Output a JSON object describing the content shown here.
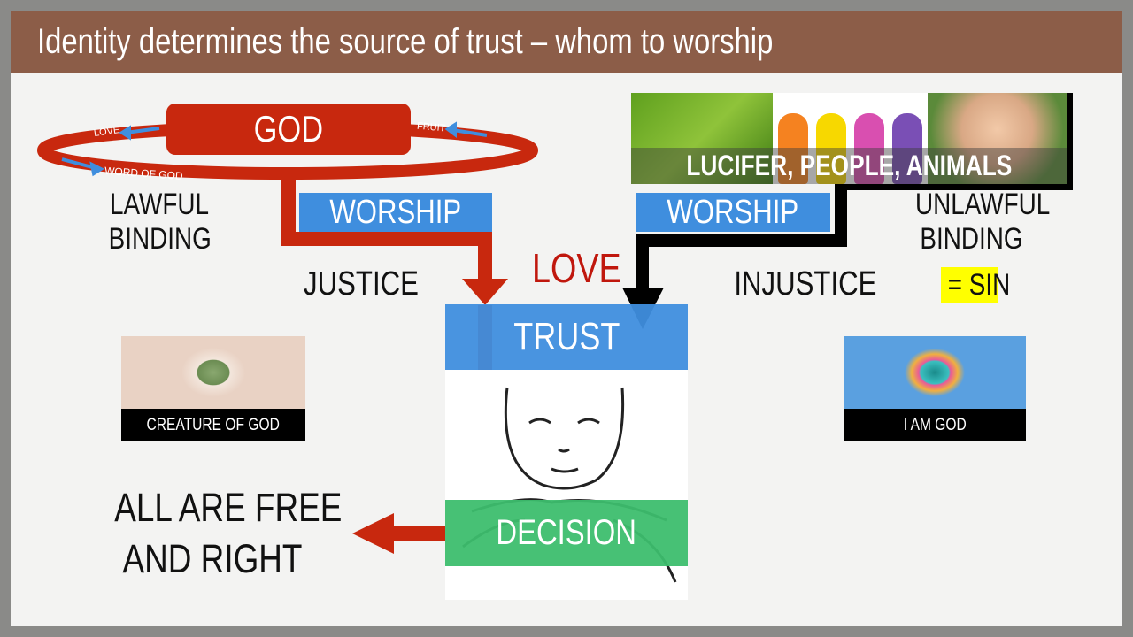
{
  "title": "Identity determines the source of trust – whom to worship",
  "god": {
    "label": "GOD",
    "ring_labels": {
      "love": "LOVE",
      "fruit": "FRUIT",
      "word": "WORD OF GOD"
    }
  },
  "left": {
    "binding": [
      "LAWFUL",
      "BINDING"
    ],
    "worship": "WORSHIP",
    "justice": "JUSTICE",
    "eye_label": "CREATURE OF GOD",
    "result": [
      "ALL ARE FREE",
      "AND RIGHT"
    ]
  },
  "center": {
    "love": "LOVE",
    "trust": "TRUST",
    "decision": "DECISION"
  },
  "right": {
    "banner": "LUCIFER, PEOPLE, ANIMALS",
    "worship": "WORSHIP",
    "injustice": "INJUSTICE",
    "binding": [
      "UNLAWFUL",
      "BINDING"
    ],
    "sin": "= SIN",
    "eye_label": "I AM GOD"
  },
  "colors": {
    "red": "#c8280e",
    "blue": "#3f8ede",
    "green": "#3dbe6e",
    "brown": "#8c5d48",
    "highlight": "#ffff00"
  }
}
